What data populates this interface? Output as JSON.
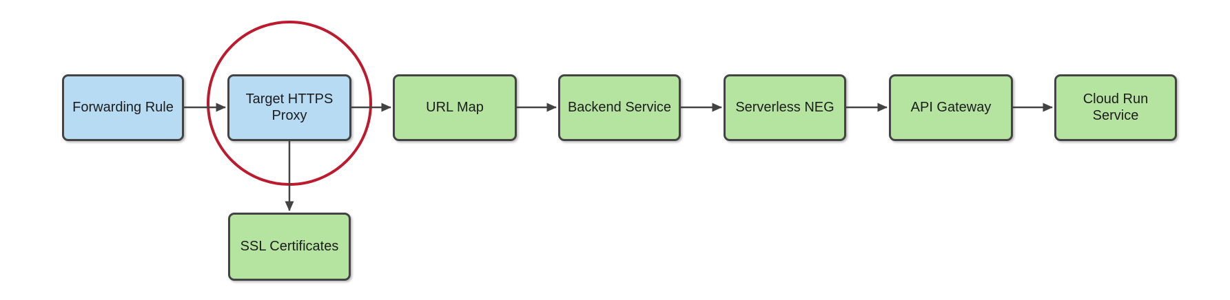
{
  "diagram": {
    "type": "flowchart",
    "nodes": [
      {
        "id": "forwarding-rule",
        "label": "Forwarding Rule",
        "fill": "blue",
        "highlighted": false
      },
      {
        "id": "target-https-proxy",
        "label": "Target HTTPS Proxy",
        "fill": "blue",
        "highlighted": true
      },
      {
        "id": "url-map",
        "label": "URL Map",
        "fill": "green",
        "highlighted": false
      },
      {
        "id": "backend-service",
        "label": "Backend Service",
        "fill": "green",
        "highlighted": false
      },
      {
        "id": "serverless-neg",
        "label": "Serverless NEG",
        "fill": "green",
        "highlighted": false
      },
      {
        "id": "api-gateway",
        "label": "API Gateway",
        "fill": "green",
        "highlighted": false
      },
      {
        "id": "cloud-run-service",
        "label": "Cloud Run Service",
        "fill": "green",
        "highlighted": false
      },
      {
        "id": "ssl-certificates",
        "label": "SSL Certificates",
        "fill": "green",
        "highlighted": false
      }
    ],
    "edges": [
      {
        "from": "forwarding-rule",
        "to": "target-https-proxy",
        "direction": "right"
      },
      {
        "from": "target-https-proxy",
        "to": "url-map",
        "direction": "right"
      },
      {
        "from": "url-map",
        "to": "backend-service",
        "direction": "right"
      },
      {
        "from": "backend-service",
        "to": "serverless-neg",
        "direction": "right"
      },
      {
        "from": "serverless-neg",
        "to": "api-gateway",
        "direction": "right"
      },
      {
        "from": "api-gateway",
        "to": "cloud-run-service",
        "direction": "right"
      },
      {
        "from": "target-https-proxy",
        "to": "ssl-certificates",
        "direction": "down"
      }
    ],
    "annotations": [
      {
        "type": "circle",
        "around": "target-https-proxy",
        "color": "#bd1a2e"
      }
    ],
    "colors": {
      "node_blue": "#b6dbf2",
      "node_green": "#b5e3a0",
      "border": "#434343",
      "arrow": "#434343",
      "text": "#1c1c1c",
      "highlight": "#bd1a2e",
      "background": "#ffffff"
    }
  }
}
